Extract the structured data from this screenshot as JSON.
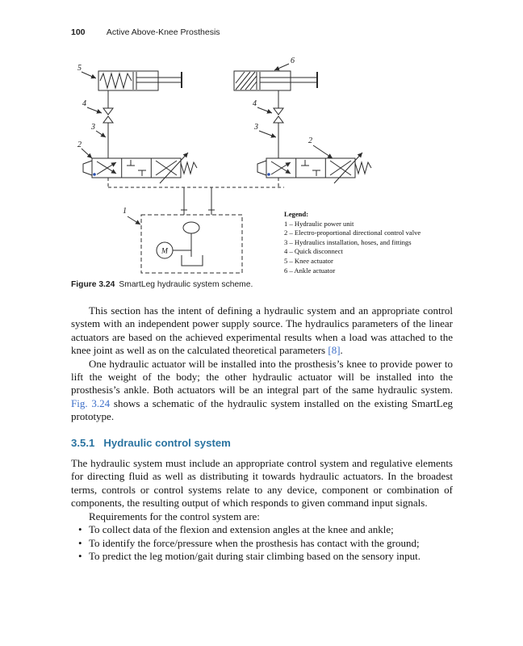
{
  "page": {
    "number": "100",
    "running_title": "Active Above-Knee Prosthesis"
  },
  "figure": {
    "caption_label": "Figure 3.24",
    "caption_text": "SmartLeg hydraulic system scheme.",
    "labels": {
      "n1": "1",
      "n2": "2",
      "n3": "3",
      "n4": "4",
      "n5": "5",
      "n6": "6",
      "motor": "M"
    },
    "legend": {
      "title": "Legend:",
      "items": [
        "1 – Hydraulic power unit",
        "2 – Electro-proportional directional control valve",
        "3 – Hydraulics installation, hoses, and fittings",
        "4 – Quick disconnect",
        "5 – Knee actuator",
        "6 – Ankle actuator"
      ]
    }
  },
  "content": {
    "para1_pre": "This section has the intent of defining a hydraulic system and an appropriate control system with an independent power supply source. The hydraulics parameters of the linear actuators are based on the achieved experimental results when a load was attached to the knee joint as well as on the calculated theoretical parameters ",
    "para1_ref": "[8]",
    "para1_post": ".",
    "para2_pre": "One hydraulic actuator will be installed into the prosthesis’s knee to provide power to lift the weight of the body; the other hydraulic actuator will be installed into the prosthesis’s ankle. Both actuators will be an integral part of the same hydraulic system. ",
    "para2_ref": "Fig. 3.24",
    "para2_post": " shows a schematic of the hydraulic system installed on the existing SmartLeg prototype.",
    "heading_number": "3.5.1",
    "heading_text": "Hydraulic control system",
    "para3": "The hydraulic system must include an appropriate control system and regulative elements for directing fluid as well as distributing it towards hydraulic actuators. In the broadest terms, controls or control systems relate to any device, component or combination of components, the resulting output of which responds to given command input signals.",
    "para4": "Requirements for the control system are:",
    "bullet_char": "•",
    "bullets": [
      "To collect data of the flexion and extension angles at the knee and ankle;",
      "To identify the force/pressure when the prosthesis has contact with the ground;",
      "To predict the leg motion/gait during stair climbing based on the sensory input."
    ]
  },
  "colors": {
    "link": "#3d6fc8",
    "heading": "#2a73a0",
    "diagram_stroke": "#2b2b2b",
    "solenoid_dot": "#2a4fae"
  }
}
